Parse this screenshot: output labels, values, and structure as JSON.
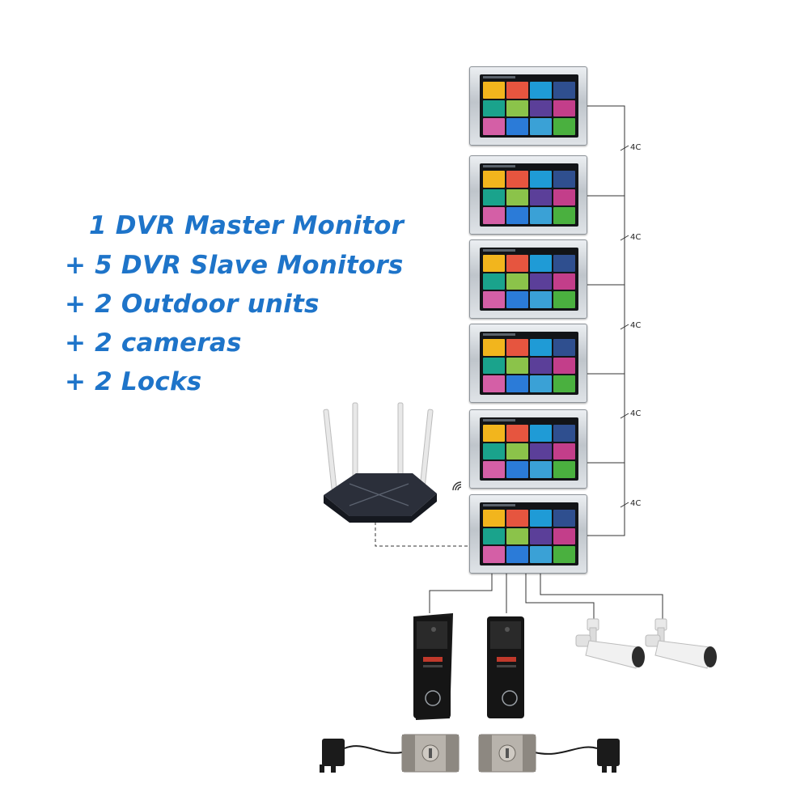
{
  "features": [
    "1 DVR Master Monitor",
    "+ 5 DVR Slave Monitors",
    "+ 2 Outdoor units",
    "+ 2 cameras",
    "+ 2 Locks"
  ],
  "cable_labels": [
    "4C",
    "4C",
    "4C",
    "4C",
    "4C"
  ],
  "colors": {
    "text_blue": "#1e74c9",
    "tiles": [
      "#f2b51d",
      "#e6553f",
      "#1f9bd6",
      "#2f4f8f",
      "#1aa38c",
      "#8bc34a",
      "#5b3f99",
      "#c33e8a",
      "#d45fa6",
      "#2b7bd8",
      "#3aa1d6",
      "#4ab03f"
    ]
  },
  "icons": [
    "wifi-router-icon",
    "wifi-signal-icon",
    "doorbell-icon",
    "bullet-camera-icon",
    "electric-lock-icon",
    "power-adapter-icon"
  ]
}
